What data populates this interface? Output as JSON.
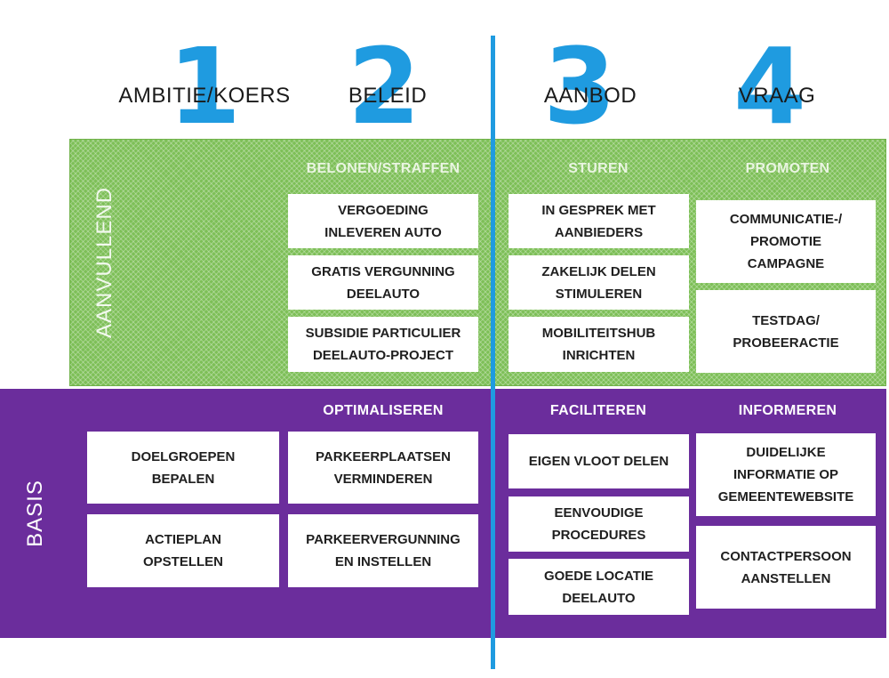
{
  "columns": [
    {
      "number": "1",
      "title": "AMBITIE/KOERS"
    },
    {
      "number": "2",
      "title": "BELEID"
    },
    {
      "number": "3",
      "title": "AANBOD"
    },
    {
      "number": "4",
      "title": "VRAAG"
    }
  ],
  "aanvullend": {
    "label": "AANVULLEND",
    "headers": {
      "beleid": "BELONEN/STRAFFEN",
      "aanbod": "STUREN",
      "vraag": "PROMOTEN"
    },
    "beleid_cards": [
      "VERGOEDING\nINLEVEREN AUTO",
      "GRATIS VERGUNNING\nDEELAUTO",
      "SUBSIDIE PARTICULIER\nDEELAUTO-PROJECT"
    ],
    "aanbod_cards": [
      "IN GESPREK MET\nAANBIEDERS",
      "ZAKELIJK DELEN\nSTIMULEREN",
      "MOBILITEITSHUB\nINRICHTEN"
    ],
    "vraag_cards": [
      "COMMUNICATIE-/\nPROMOTIE\nCAMPAGNE",
      "TESTDAG/\nPROBEERACTIE"
    ]
  },
  "basis": {
    "label": "BASIS",
    "headers": {
      "beleid": "OPTIMALISEREN",
      "aanbod": "FACILITEREN",
      "vraag": "INFORMEREN"
    },
    "ambitie_cards": [
      "DOELGROEPEN\nBEPALEN",
      "ACTIEPLAN\nOPSTELLEN"
    ],
    "beleid_cards": [
      "PARKEERPLAATSEN\nVERMINDEREN",
      "PARKEERVERGUNNING\nEN INSTELLEN"
    ],
    "aanbod_cards": [
      "EIGEN VLOOT DELEN",
      "EENVOUDIGE\nPROCEDURES",
      "GOEDE LOCATIE\nDEELAUTO"
    ],
    "vraag_cards": [
      "DUIDELIJKE\nINFORMATIE OP\nGEMEENTEWEBSITE",
      "CONTACTPERSOON\nAANSTELLEN"
    ]
  },
  "colors": {
    "accent_blue": "#1f9be0",
    "green_band": "#7dbf57",
    "purple_band": "#6b2d9c"
  }
}
